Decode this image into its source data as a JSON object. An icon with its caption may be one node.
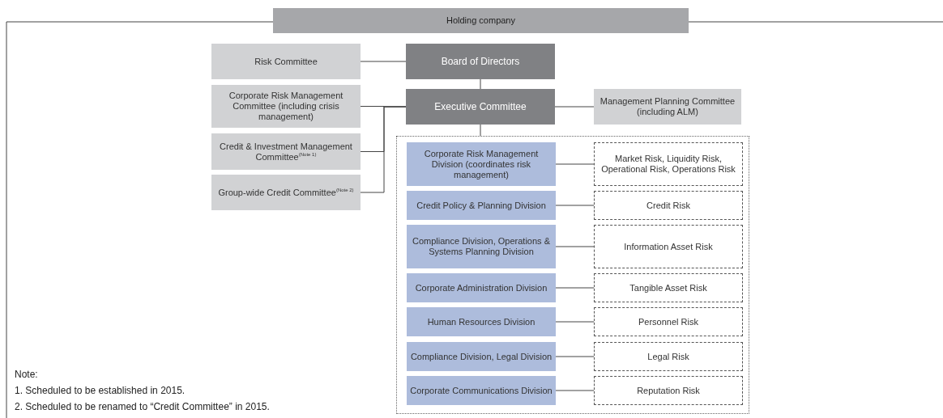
{
  "diagram": {
    "nodes": [
      {
        "text": [
          "Holding company"
        ]
      },
      {
        "text": [
          "Risk Committee"
        ]
      },
      {
        "text": [
          "Board of Directors"
        ]
      },
      {
        "text": [
          "Corporate Risk Management Committee (including crisis management)"
        ]
      },
      {
        "text": [
          "Executive Committee"
        ]
      },
      {
        "text": [
          "Management Planning Committee (including ALM)"
        ]
      },
      {
        "text": [
          "Credit & Investment Management Committee$^{(Note 1)}$"
        ]
      },
      {
        "text": [
          "Group-wide Credit Committee$^{(Note 2)}$"
        ]
      },
      {
        "text": [],
        "shape": "box"
      },
      {
        "text": [
          "Corporate Risk Management Division (coordinates risk management)"
        ],
        "in": 8
      },
      {
        "text": [
          "Market Risk, Liquidity Risk, Operational Risk, Operations Risk"
        ],
        "in": 8
      },
      {
        "text": [
          "Credit Policy & Planning Division"
        ],
        "in": 8
      },
      {
        "text": [
          "Credit Risk"
        ],
        "in": 8
      },
      {
        "text": [
          "Compliance Division, Operations & Systems Planning Division"
        ],
        "in": 8
      },
      {
        "text": [
          "Information Asset Risk"
        ],
        "in": 8
      },
      {
        "text": [
          "Corporate Administration Division"
        ],
        "in": 8
      },
      {
        "text": [
          "Tangible Asset Risk"
        ],
        "in": 8
      },
      {
        "text": [
          "Human Resources Division"
        ],
        "in": 8
      },
      {
        "text": [
          "Personnel Risk"
        ],
        "in": 8
      },
      {
        "text": [
          "Compliance Division, Legal Division"
        ],
        "in": 8
      },
      {
        "text": [
          "Legal Risk"
        ],
        "in": 8
      },
      {
        "text": [
          "Corporate Communications Division"
        ],
        "in": 8
      },
      {
        "text": [
          "Reputation Risk"
        ],
        "in": 8
      }
    ],
    "edges": [
      {
        "from": 1,
        "to": 2,
        "arrow": "none"
      },
      {
        "from": 2,
        "to": 4,
        "arrow": "none"
      },
      {
        "from": 3,
        "to": 4,
        "arrow": "none"
      },
      {
        "from": 6,
        "to": 4,
        "arrow": "none"
      },
      {
        "from": 7,
        "to": 4,
        "arrow": "none"
      },
      {
        "from": 4,
        "to": 5,
        "arrow": "none"
      },
      {
        "from": 4,
        "to": 8,
        "arrow": "none"
      },
      {
        "from": 9,
        "to": 10,
        "arrow": "none"
      },
      {
        "from": 11,
        "to": 12,
        "arrow": "none"
      },
      {
        "from": 13,
        "to": 14,
        "arrow": "none"
      },
      {
        "from": 15,
        "to": 16,
        "arrow": "none"
      },
      {
        "from": 17,
        "to": 18,
        "arrow": "none"
      },
      {
        "from": 19,
        "to": 20,
        "arrow": "none"
      },
      {
        "from": 21,
        "to": 22,
        "arrow": "none"
      }
    ],
    "labels": [
      "Note:",
      "1. Scheduled to be established in 2015.",
      "2. Scheduled to be renamed to “Credit Committee” in 2015."
    ]
  }
}
